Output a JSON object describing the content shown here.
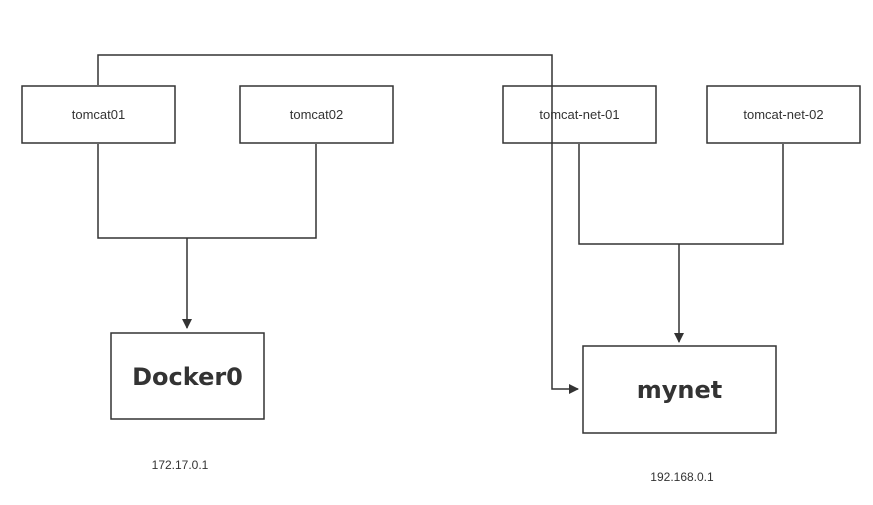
{
  "nodes": {
    "tomcat01": "tomcat01",
    "tomcat02": "tomcat02",
    "tomcat_net_01": "tomcat-net-01",
    "tomcat_net_02": "tomcat-net-02",
    "docker0": "Docker0",
    "mynet": "mynet"
  },
  "addresses": {
    "docker0_ip": "172.17.0.1",
    "mynet_ip": "192.168.0.1"
  },
  "colors": {
    "stroke": "#333333",
    "background": "#ffffff"
  }
}
